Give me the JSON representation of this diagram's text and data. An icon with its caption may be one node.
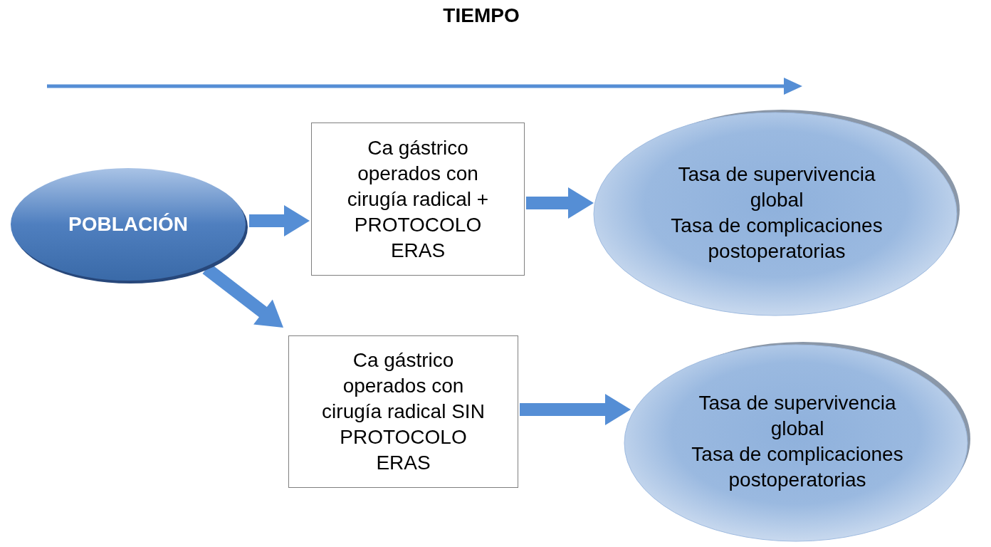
{
  "diagram": {
    "title": "TIEMPO",
    "nodes": [
      {
        "text": [
          "POBLACIÓN"
        ]
      },
      {
        "text": [
          "Ca gástrico operados con cirugía radical + PROTOCOLO ERAS"
        ]
      },
      {
        "text": [
          "Tasa de supervivencia global",
          "Tasa de complicaciones postoperatorias"
        ]
      },
      {
        "text": [
          "Ca gástrico operados con cirugía radical SIN PROTOCOLO ERAS"
        ]
      },
      {
        "text": [
          "Tasa de supervivencia global",
          "Tasa de complicaciones postoperatorias"
        ]
      }
    ],
    "edges": [
      {
        "from": 0,
        "to": 1,
        "arrow": "to"
      },
      {
        "from": 1,
        "to": 2,
        "arrow": "to"
      },
      {
        "from": 0,
        "to": 3,
        "arrow": "to"
      },
      {
        "from": 3,
        "to": 4,
        "arrow": "to"
      }
    ]
  }
}
